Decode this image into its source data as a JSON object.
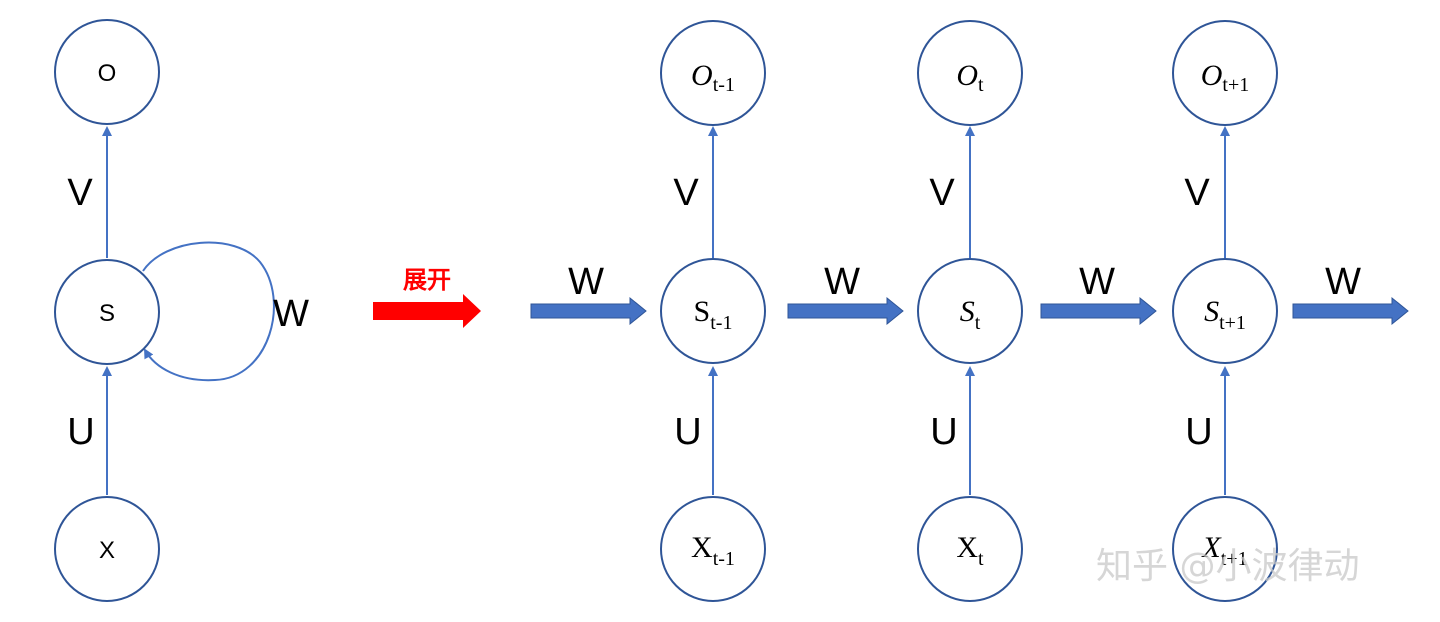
{
  "colors": {
    "node_stroke": "#2F5597",
    "connector": "#4472C4",
    "block_arrow": "#4472C4",
    "unfold_arrow": "#FF0000"
  },
  "folded": {
    "output": "O",
    "state": "S",
    "input": "X",
    "weight_v": "V",
    "weight_u": "U",
    "weight_w": "W"
  },
  "unfold_label": "展开",
  "unrolled": {
    "steps": [
      {
        "output": "O",
        "output_sub": "t-1",
        "state": "S",
        "state_sub": "t-1",
        "input": "X",
        "input_sub": "t-1",
        "v": "V",
        "u": "U"
      },
      {
        "output": "O",
        "output_sub": "t",
        "state": "S",
        "state_sub": "t",
        "input": "X",
        "input_sub": "t",
        "v": "V",
        "u": "U"
      },
      {
        "output": "O",
        "output_sub": "t+1",
        "state": "S",
        "state_sub": "t+1",
        "input": "X",
        "input_sub": "t+1",
        "v": "V",
        "u": "U"
      }
    ],
    "w_labels": [
      "W",
      "W",
      "W",
      "W"
    ]
  },
  "watermark": "知乎 @小波律动"
}
